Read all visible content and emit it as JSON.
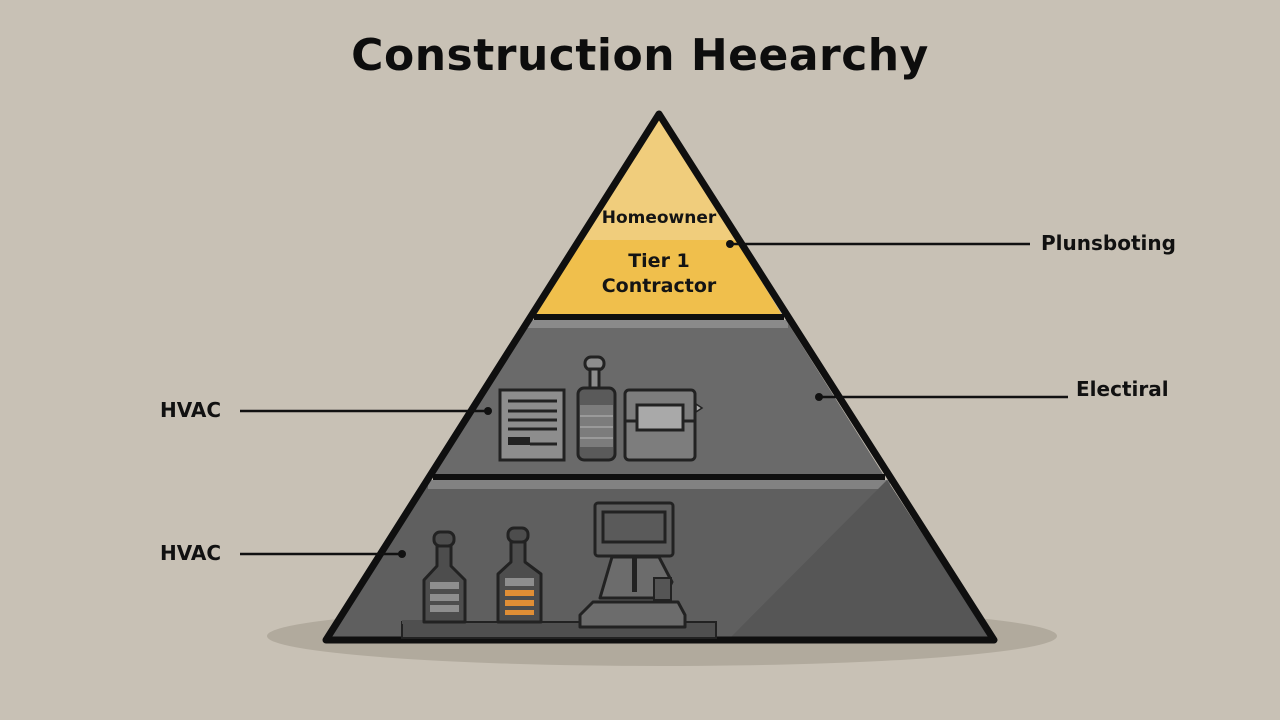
{
  "title": "Construction Heearchy",
  "pyramid": {
    "tiers": [
      {
        "name": "Homeowner",
        "color": "#f0cd7c"
      },
      {
        "name": "Tier 1 Contractor",
        "line1": "Tier 1",
        "line2": "Contractor",
        "color": "#f0bf4c"
      },
      {
        "name": "middle-tier",
        "color": "#6b6b6b"
      },
      {
        "name": "base-tier",
        "color": "#5e5e5e"
      }
    ],
    "outline_color": "#0f0f0f",
    "background_color": "#c8c1b5"
  },
  "callouts": {
    "right": [
      {
        "label": "Plunsboting"
      },
      {
        "label": "Electiral"
      }
    ],
    "left": [
      {
        "label": "HVAC"
      },
      {
        "label": "HVAC"
      }
    ]
  },
  "icons": {
    "middle_tier": [
      "document-icon",
      "bottle-icon",
      "panel-box-icon"
    ],
    "base_tier": [
      "bottle-icon",
      "bottle-icon",
      "computer-terminal-icon"
    ]
  }
}
